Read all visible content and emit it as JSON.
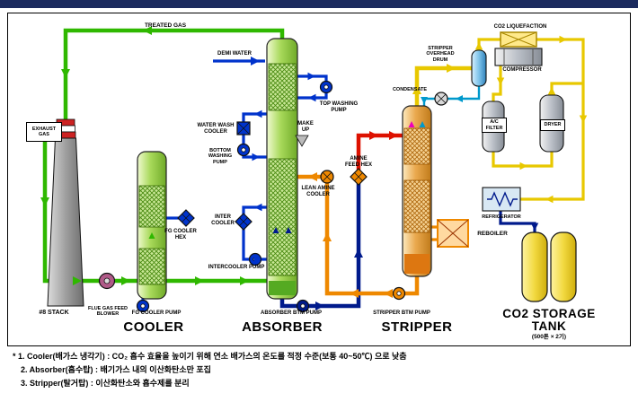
{
  "colors": {
    "titlebar-navy": "#1b2a5e",
    "pipe-green": "#2fb800",
    "pipe-blue": "#0033cc",
    "pipe-navy": "#001a8c",
    "pipe-orange": "#ee8800",
    "pipe-red": "#dd1100",
    "pipe-yellow": "#e8c800",
    "pipe-cyan": "#0099cc",
    "column-green": "#99d44a",
    "column-tan": "#e8a84a",
    "tank-yellow": "#f2d940"
  },
  "labels": {
    "treated_gas": "TREATED GAS",
    "demi_water": "DEMI WATER",
    "exhaust_gas": "EXHAUST\nGAS",
    "stack": "#8 STACK",
    "blower": "FLUE GAS FEED\nBLOWER",
    "fg_cooler_pump": "FG COOLER PUMP",
    "fg_cooler_hex": "FG COOLER\nHEX",
    "top_washing_pump": "TOP WASHING\nPUMP",
    "water_wash_cooler": "WATER WASH\nCOOLER",
    "bottom_washing_pump": "BOTTOM\nWASHING\nPUMP",
    "make_up": "MAKE\nUP",
    "inter_cooler": "INTER\nCOOLER",
    "intercooler_pump": "INTERCOOLER PUMP",
    "lean_amine_cooler": "LEAN AMINE\nCOOLER",
    "amine_feed_hex": "AMINE\nFEED HEX",
    "absorber_btm_pump": "ABSORBER BTM PUMP",
    "stripper_btm_pump": "STRIPPER BTM PUMP",
    "reboiler": "REBOILER",
    "stripper_overhead_drum": "STRIPPER\nOVERHEAD\nDRUM",
    "condensate": "CONDENSATE",
    "co2_liquefaction": "CO2 LIQUEFACTION",
    "compressor": "COMPRESSOR",
    "ac_filter": "A/C\nFILTER",
    "dryer": "DRYER",
    "refrigerator": "REFRIGERATOR"
  },
  "columns": {
    "cooler": "COOLER",
    "absorber": "ABSORBER",
    "stripper": "STRIPPER",
    "storage": "CO2  STORAGE\nTANK",
    "storage_capacity": "(500톤 × 2기)"
  },
  "notes": {
    "note1": "* 1. Cooler(배가스 냉각기) : CO₂ 흡수 효율을 높이기 위해 연소 배가스의 온도를 적정 수준(보통 40~50℃) 으로 낮춤",
    "note2": "2. Absorber(흡수탑) : 배기가스 내의 이산화탄소만 포집",
    "note3": "3. Stripper(탈거탑) : 이산화탄소와 흡수제를 분리"
  }
}
